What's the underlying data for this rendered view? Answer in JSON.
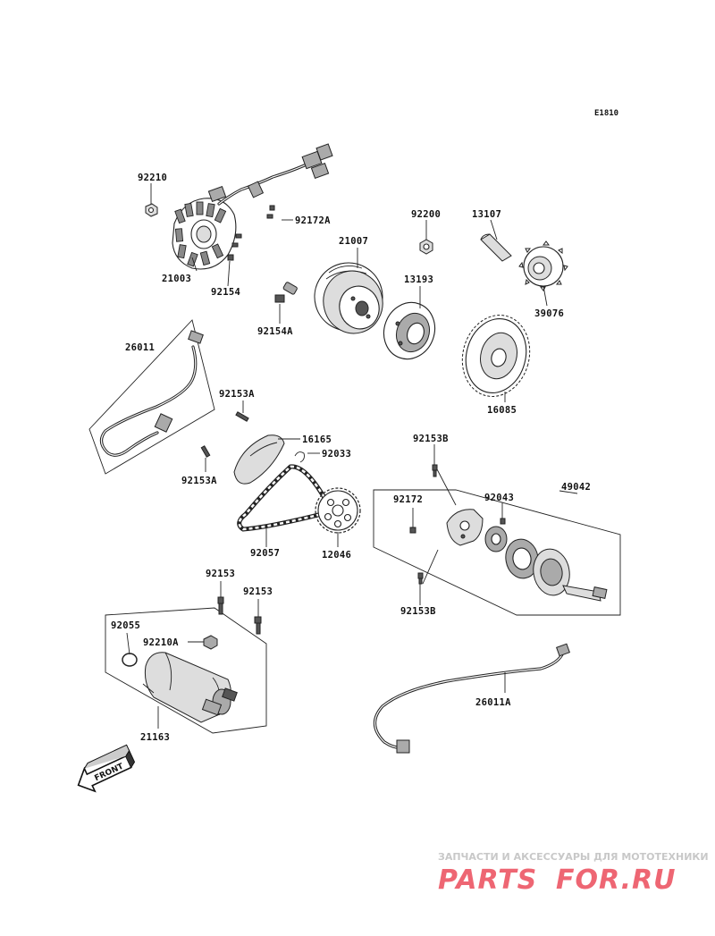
{
  "diagram_code": "E1810",
  "labels": {
    "p92210": "92210",
    "p92172A": "92172A",
    "p21007": "21007",
    "p92200": "92200",
    "p13107": "13107",
    "p21003": "21003",
    "p92154": "92154",
    "p13193": "13193",
    "p39076": "39076",
    "p92154A": "92154A",
    "p26011": "26011",
    "p16085": "16085",
    "p92153A_top": "92153A",
    "p16165": "16165",
    "p92153B_top": "92153B",
    "p92033": "92033",
    "p92153A_left": "92153A",
    "p92172": "92172",
    "p92043": "92043",
    "p49042": "49042",
    "p92057": "92057",
    "p12046": "12046",
    "p92153_a": "92153",
    "p92153_b": "92153",
    "p92153B_bottom": "92153B",
    "p92055": "92055",
    "p92210A": "92210A",
    "p26011A": "26011A",
    "p21163": "21163"
  },
  "front_label": "FRONT",
  "watermark": {
    "tagline": "ЗАПЧАСТИ И АКСЕССУАРЫ ДЛЯ МОТОТЕХНИКИ",
    "brand_left": "PARTS",
    "brand_right": "FOR.RU"
  }
}
